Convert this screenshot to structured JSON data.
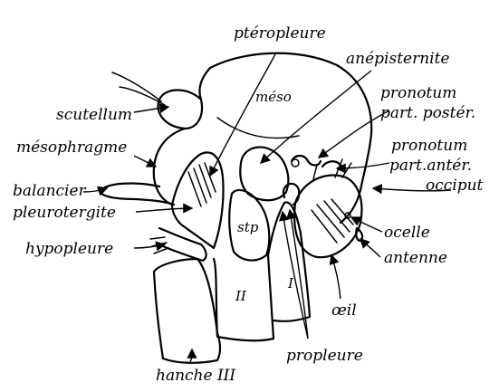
{
  "labels": {
    "pteropleure": "ptéropleure",
    "anepisternite": "anépisternite",
    "meso": "méso",
    "pronotum_poster_1": "pronotum",
    "pronotum_poster_2": "part. postér.",
    "scutellum": "scutellum",
    "mesophragme": "mésophragme",
    "pronotum_anter_1": "pronotum",
    "pronotum_anter_2": "part.antér.",
    "occiput": "occiput",
    "balancier": "balancier",
    "pleurotergite": "pleurotergite",
    "stp": "stp",
    "ocelle": "ocelle",
    "hypopleure": "hypopleure",
    "antenne": "antenne",
    "coxa_II": "II",
    "coxa_I": "I",
    "oeil": "œil",
    "propleure": "propleure",
    "hanche": "hanche III"
  }
}
